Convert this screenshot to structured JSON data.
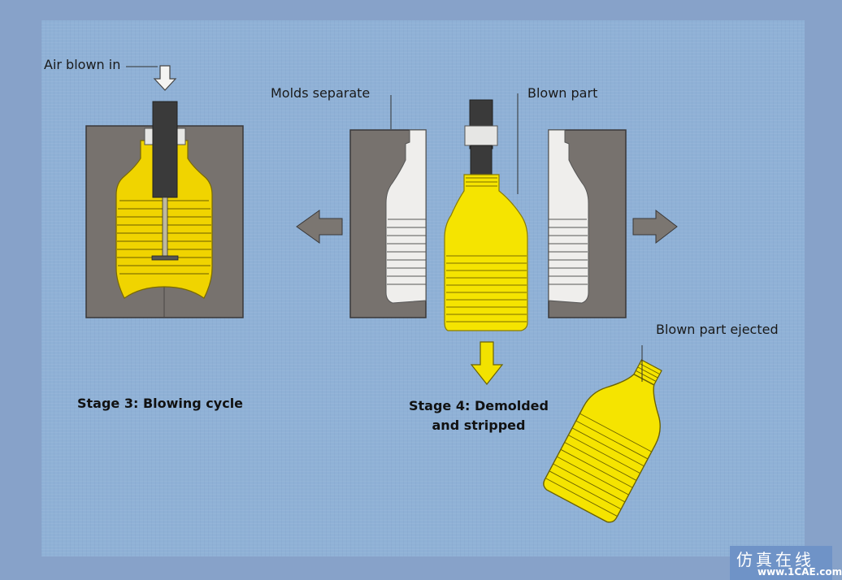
{
  "labels": {
    "air_blown_in": "Air blown in",
    "molds_separate": "Molds separate",
    "blown_part": "Blown part",
    "blown_part_ejected": "Blown part ejected"
  },
  "stages": {
    "stage3": "Stage 3: Blowing cycle",
    "stage4_line1": "Stage 4: Demolded",
    "stage4_line2": "and stripped"
  },
  "watermark": {
    "chinese": "仿真在线",
    "site": "www.1CAE.com"
  },
  "colors": {
    "background": "#87a2c9",
    "panel": "#8fb1d6",
    "mold": "#77726e",
    "bottle_yellow": "#f5e400",
    "bottle_cavity": "#efeeec",
    "rod": "#3a3a3a",
    "neck_collar": "#e6e6e4",
    "arrow_gray": "#7b7671",
    "arrow_yellow": "#f2e200"
  },
  "icons": {
    "air_arrow": "down-arrow-icon",
    "mold_arrows": "left-right-arrow-icon",
    "eject_arrow": "down-arrow-icon"
  }
}
